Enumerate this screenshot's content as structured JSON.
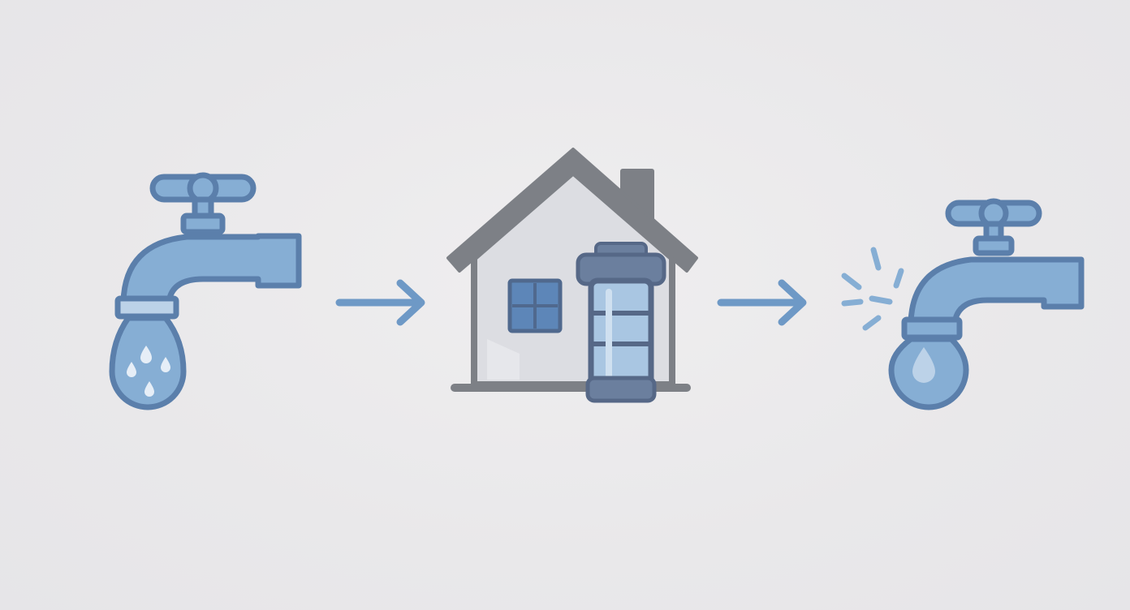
{
  "diagram": {
    "steps": [
      {
        "id": "source",
        "icon": "dripping-faucet-icon"
      },
      {
        "id": "treatment",
        "icon": "house-with-water-filter-icon"
      },
      {
        "id": "output",
        "icon": "clean-water-faucet-icon"
      }
    ],
    "connectors": [
      "arrow-right-icon",
      "arrow-right-icon"
    ]
  },
  "colors": {
    "background": "#e9e8ea",
    "water_blue": "#86aed4",
    "water_stroke": "#5b7fab",
    "house_gray": "#7d8086",
    "house_wall": "#dcdde2",
    "arrow_blue": "#6e99c6"
  }
}
